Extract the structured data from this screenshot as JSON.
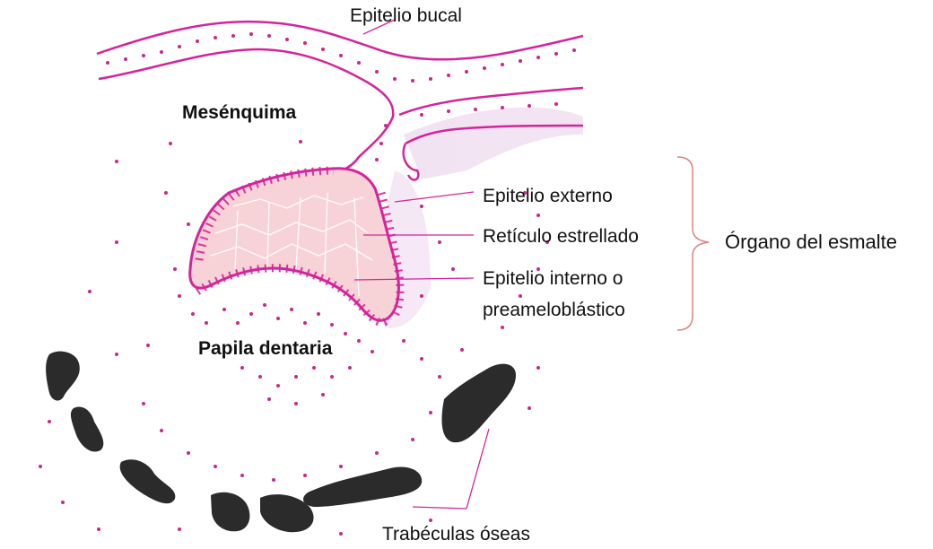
{
  "colors": {
    "epithelium": "#d5249b",
    "cell_dots": "#c8288f",
    "reticulum_fill": "#f6cdd2",
    "reticulum_lines": "#ffffff",
    "mesenchyme_haze": "#e6c6e6",
    "bone": "#2b2b2b",
    "leader_lines": "#d5249b",
    "bracket": "#e08080",
    "text": "#111111"
  },
  "labels": {
    "oral_epithelium": "Epitelio bucal",
    "mesenchyme": "Mesénquima",
    "outer_epithelium": "Epitelio externo",
    "stellate_reticulum": "Retículo estrellado",
    "inner_epithelium_line1": "Epitelio interno o",
    "inner_epithelium_line2": "preameloblástico",
    "enamel_organ": "Órgano del esmalte",
    "dental_papilla": "Papila dentaria",
    "bone_trabeculae": "Trabéculas óseas"
  }
}
